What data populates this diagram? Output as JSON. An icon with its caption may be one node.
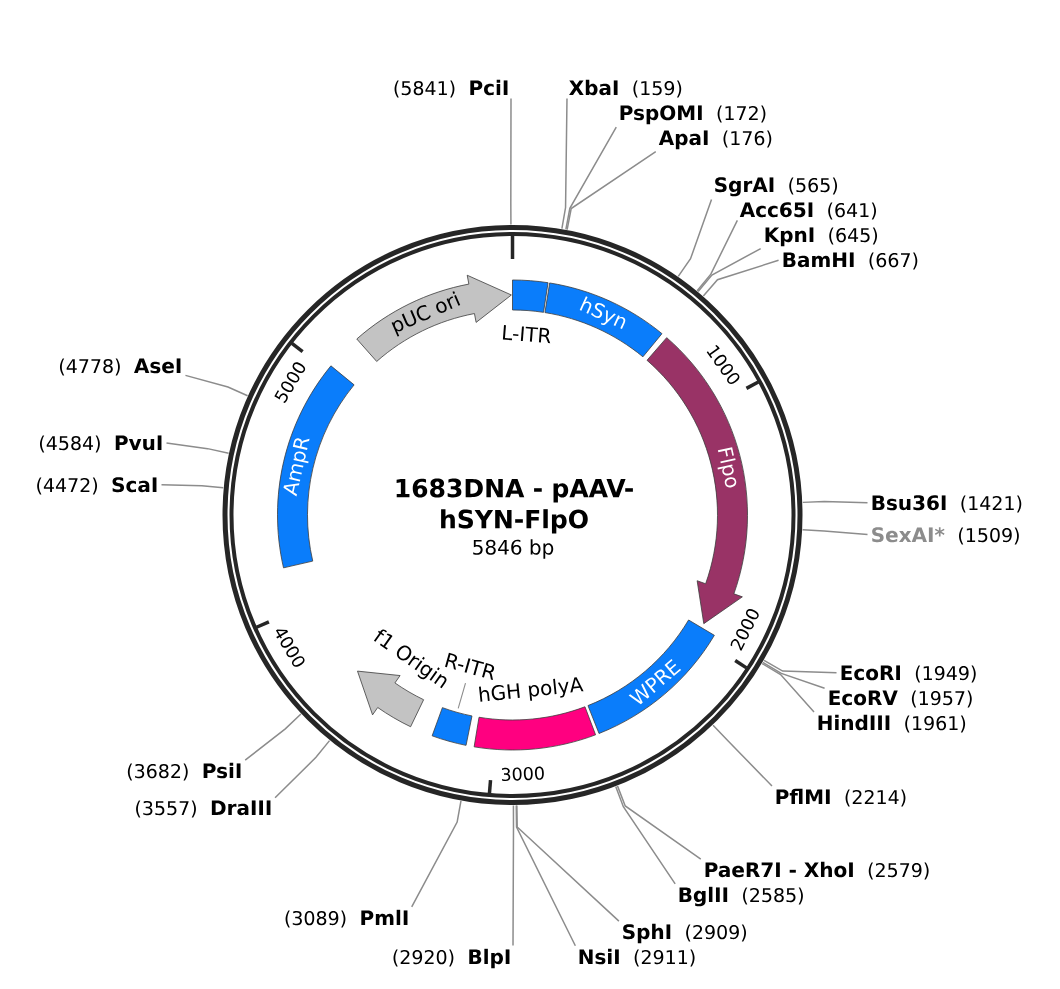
{
  "diagram": {
    "title": "1683DNA - pAAV-hSYN-FlpO",
    "nodes": [
      {
        "text": [
          "(5841)",
          "PciI"
        ]
      },
      {
        "text": [
          "XbaI",
          "(159)"
        ]
      },
      {
        "text": [
          "PspOMI",
          "(172)"
        ]
      },
      {
        "text": [
          "ApaI",
          "(176)"
        ]
      },
      {
        "text": [
          "SgrAI",
          "(565)"
        ]
      },
      {
        "text": [
          "Acc65I",
          "(641)"
        ]
      },
      {
        "text": [
          "KpnI",
          "(645)"
        ]
      },
      {
        "text": [
          "BamHI",
          "(667)"
        ]
      },
      {
        "text": [
          "Bsu36I",
          "(1421)"
        ]
      },
      {
        "text": [
          "SexAI*",
          "(1509)"
        ]
      },
      {
        "text": [
          "EcoRI",
          "(1949)"
        ]
      },
      {
        "text": [
          "EcoRV",
          "(1957)"
        ]
      },
      {
        "text": [
          "HindIII",
          "(1961)"
        ]
      },
      {
        "text": [
          "PflMI",
          "(2214)"
        ]
      },
      {
        "text": [
          "PaeR7I - XhoI",
          "(2579)"
        ]
      },
      {
        "text": [
          "BglII",
          "(2585)"
        ]
      },
      {
        "text": [
          "SphI",
          "(2909)"
        ]
      },
      {
        "text": [
          "NsiI",
          "(2911)"
        ]
      },
      {
        "text": [
          "(2920)",
          "BlpI"
        ]
      },
      {
        "text": [
          "(3089)",
          "PmlI"
        ]
      },
      {
        "text": [
          "(3557)",
          "DraIII"
        ]
      },
      {
        "text": [
          "(3682)",
          "PsiI"
        ]
      },
      {
        "text": [
          "(4472)",
          "ScaI"
        ]
      },
      {
        "text": [
          "(4584)",
          "PvuI"
        ]
      },
      {
        "text": [
          "(4778)",
          "AseI"
        ]
      },
      {
        "text": [
          "L-ITR"
        ]
      },
      {
        "text": [
          "hSyn"
        ]
      },
      {
        "text": [
          "Flpo"
        ]
      },
      {
        "text": [
          "WPRE"
        ]
      },
      {
        "text": [
          "hGH polyA"
        ]
      },
      {
        "text": [],
        "shape": "box"
      },
      {
        "text": [
          "R-ITR"
        ]
      },
      {
        "text": [
          "f1 Origin"
        ]
      },
      {
        "text": [
          "AmpR"
        ]
      },
      {
        "text": [
          "pUC ori"
        ]
      }
    ],
    "edges": [
      {
        "from": 0,
        "to": null,
        "arrow": "none"
      },
      {
        "from": 1,
        "to": null,
        "arrow": "none"
      },
      {
        "from": 2,
        "to": null,
        "arrow": "none"
      },
      {
        "from": 3,
        "to": null,
        "arrow": "none"
      },
      {
        "from": 4,
        "to": null,
        "arrow": "none"
      },
      {
        "from": 5,
        "to": null,
        "arrow": "none"
      },
      {
        "from": 6,
        "to": null,
        "arrow": "none"
      },
      {
        "from": 7,
        "to": null,
        "arrow": "none"
      },
      {
        "from": 8,
        "to": null,
        "arrow": "none"
      },
      {
        "from": 9,
        "to": null,
        "arrow": "none"
      },
      {
        "from": 10,
        "to": null,
        "arrow": "none"
      },
      {
        "from": 11,
        "to": null,
        "arrow": "none"
      },
      {
        "from": 12,
        "to": null,
        "arrow": "none"
      },
      {
        "from": 13,
        "to": null,
        "arrow": "none"
      },
      {
        "from": 14,
        "to": null,
        "arrow": "none"
      },
      {
        "from": 15,
        "to": null,
        "arrow": "none"
      },
      {
        "from": 16,
        "to": null,
        "arrow": "none"
      },
      {
        "from": 17,
        "to": null,
        "arrow": "none"
      },
      {
        "from": 18,
        "to": null,
        "arrow": "none"
      },
      {
        "from": 19,
        "to": null,
        "arrow": "none"
      },
      {
        "from": 20,
        "to": null,
        "arrow": "none"
      },
      {
        "from": 21,
        "to": null,
        "arrow": "none"
      },
      {
        "from": 22,
        "to": null,
        "arrow": "none"
      },
      {
        "from": 23,
        "to": null,
        "arrow": "none"
      },
      {
        "from": 24,
        "to": null,
        "arrow": "none"
      },
      {
        "from": 31,
        "to": 30,
        "arrow": "none"
      }
    ],
    "labels": [
      "1000",
      "5000",
      "5846 bp",
      "2000",
      "4000",
      "3000"
    ]
  }
}
